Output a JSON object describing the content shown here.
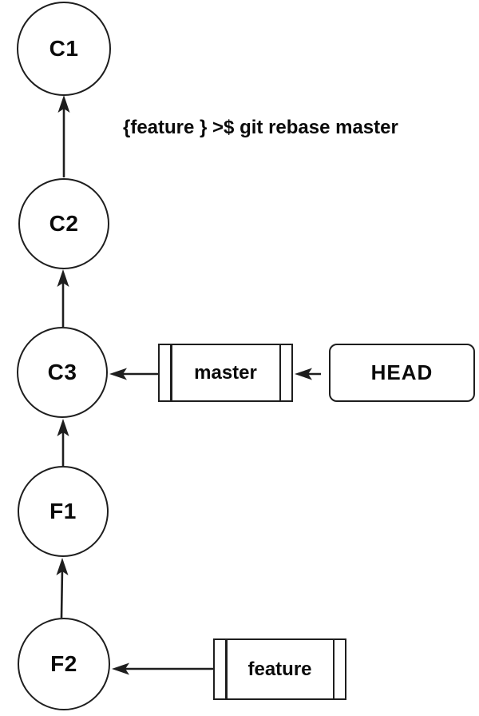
{
  "command": {
    "text": "{feature } >$ git rebase master"
  },
  "commits": {
    "c1": {
      "label": "C1"
    },
    "c2": {
      "label": "C2"
    },
    "c3": {
      "label": "C3"
    },
    "f1": {
      "label": "F1"
    },
    "f2": {
      "label": "F2"
    }
  },
  "refs": {
    "master": {
      "label": "master",
      "shape": "double-bar-box"
    },
    "head": {
      "label": "HEAD",
      "shape": "rounded-box"
    },
    "feature": {
      "label": "feature",
      "shape": "double-bar-box"
    }
  },
  "edges": [
    {
      "from": "C2",
      "to": "C1"
    },
    {
      "from": "C3",
      "to": "C2"
    },
    {
      "from": "F1",
      "to": "C3"
    },
    {
      "from": "F2",
      "to": "F1"
    },
    {
      "from": "master",
      "to": "C3"
    },
    {
      "from": "HEAD",
      "to": "master"
    },
    {
      "from": "feature",
      "to": "F2"
    }
  ],
  "colors": {
    "stroke": "#1e1e1e",
    "text": "#0a0a0a",
    "background": "#ffffff"
  }
}
